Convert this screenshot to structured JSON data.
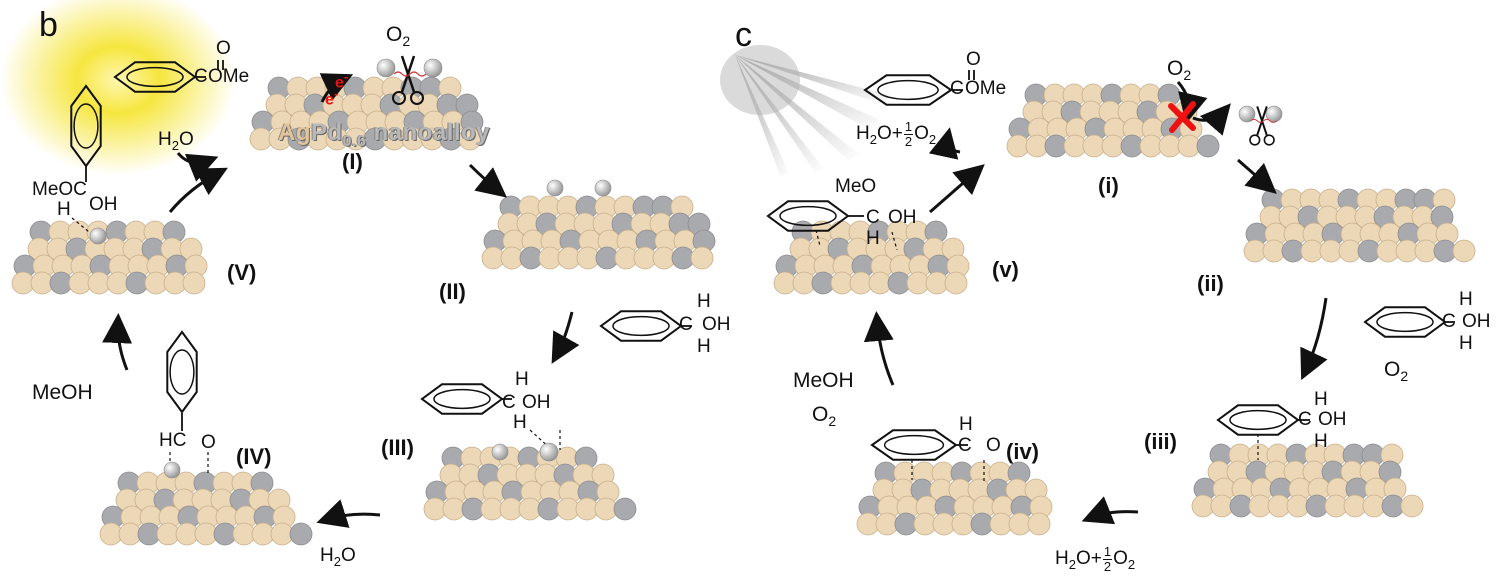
{
  "panels": {
    "b": "b",
    "c": "c"
  },
  "b": {
    "steps": {
      "I": "(I)",
      "II": "(II)",
      "III": "(III)",
      "IV": "(IV)",
      "V": "(V)"
    },
    "catalyst_ag": "Ag",
    "catalyst_pd": "Pd",
    "catalyst_sub": "0.6",
    "catalyst_rest": " nanoalloy",
    "electron": "e",
    "electron_sup": "-",
    "o2_main": "O",
    "o2_sub": "2",
    "product_ome": "OMe",
    "product_c": "C",
    "product_o": "O",
    "h2o_top_h": "H",
    "h2o_top_sub": "2",
    "h2o_top_o": "O",
    "alcohol_h": "H",
    "alcohol_oh": "OH",
    "alcohol_c": "C",
    "v_meo": "MeOC",
    "v_h": "H",
    "v_oh": "OH",
    "iv_hc": "HC",
    "iv_o": "O",
    "meoh": "MeOH",
    "h2o_bottom_h": "H",
    "h2o_bottom_sub": "2",
    "h2o_bottom_o": "O"
  },
  "c": {
    "steps": {
      "i": "(i)",
      "ii": "(ii)",
      "iii": "(iii)",
      "iv": "(iv)",
      "v": "(v)"
    },
    "o2": "O",
    "o2_sub": "2",
    "product_ome": "OMe",
    "product_c": "C",
    "product_o": "O",
    "h2o_half_o2_h": "H",
    "h2o_half_o2_sub": "2",
    "h2o_half_o2_o": "O+",
    "frac_num": "1",
    "frac_den": "2",
    "o2_tail": "O",
    "o2_tail_sub": "2",
    "alcohol_h": "H",
    "alcohol_oh": "OH",
    "alcohol_c": "C",
    "v_meo": "MeO",
    "v_c": "C",
    "v_oh": "OH",
    "v_h": "H",
    "iv_h": "H",
    "iv_c": "C",
    "iv_o": "O",
    "meoh": "MeOH"
  }
}
